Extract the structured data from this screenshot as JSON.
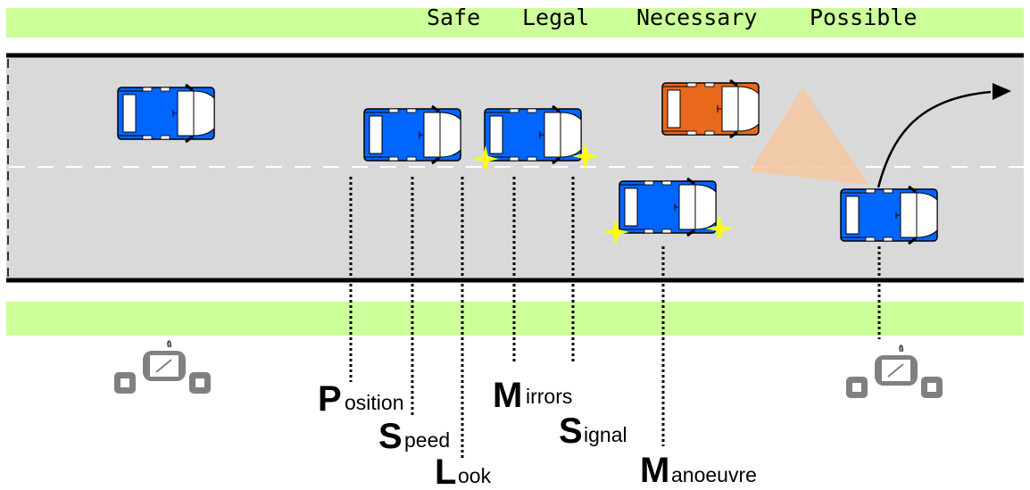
{
  "criteria": [
    "Safe",
    "Legal",
    "Necessary",
    "Possible"
  ],
  "steps": [
    {
      "initial": "P",
      "rest": "osition"
    },
    {
      "initial": "S",
      "rest": "peed"
    },
    {
      "initial": "L",
      "rest": "ook"
    },
    {
      "initial": "M",
      "rest": "irrors"
    },
    {
      "initial": "S",
      "rest": "ignal"
    },
    {
      "initial": "M",
      "rest": "anoeuvre"
    }
  ],
  "colors": {
    "verge": "#ccff99",
    "road": "#d9d9d9",
    "car_own": "#0066ff",
    "car_other": "#e8681c",
    "indicator": "#ffff00",
    "hazard_cone": "#f4c8a0",
    "mirror": "#808080"
  }
}
